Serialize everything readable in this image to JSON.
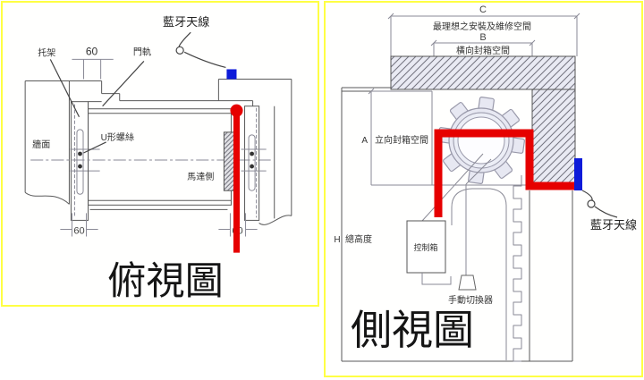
{
  "colors": {
    "panel_border": "#ffff44",
    "red_wire": "#e60000",
    "blue_antenna": "#0d1bd9",
    "drawing_line": "#5a5a5a",
    "hatch_fill": "#e9eaf3",
    "gear_fill": "#e7e8f2"
  },
  "left_view": {
    "title": "俯視圖",
    "bluetooth_label": "藍牙天線",
    "dim_top": "60",
    "dim_bottom_left": "60",
    "dim_bottom_right": "60",
    "labels": {
      "bracket": "托架",
      "door_rail": "門軌",
      "wall": "牆面",
      "u_bolt": "U形螺絲",
      "motor_side": "馬達側"
    }
  },
  "right_view": {
    "title": "側視圖",
    "bluetooth_label": "藍牙天線",
    "dims": {
      "c": "C",
      "b": "B",
      "a": "A",
      "h": "H"
    },
    "labels": {
      "ideal_space": "最理想之安裝及維修空間",
      "horizontal_box_space": "橫向封箱空間",
      "vertical_box_space": "立向封箱空間",
      "total_height": "總高度",
      "control_box": "控制箱",
      "manual_switch": "手動切換器"
    }
  }
}
